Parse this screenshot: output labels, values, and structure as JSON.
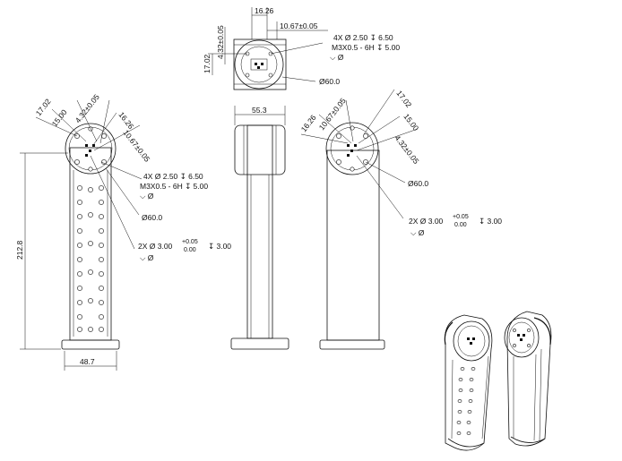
{
  "top_view": {
    "dim_width": "16.26",
    "dim_pattern": "10.67±0.05",
    "dim_vertical": "4.32±0.05",
    "dim_left": "17.02",
    "note_holes_1": "4X Ø 2.50 ↧ 6.50",
    "note_holes_2": "M3X0.5 - 6H ↧ 5.00",
    "note_holes_3": "⌵ Ø",
    "note_dia": "Ø60.0"
  },
  "left_view": {
    "dim_a": "17.02",
    "dim_b": "15.00",
    "dim_c": "4.32±0.05",
    "dim_d": "16.26",
    "dim_e": "10.67±0.05",
    "note_holes_1": "4X Ø 2.50 ↧ 6.50",
    "note_holes_2": "M3X0.5 - 6H ↧ 5.00",
    "note_holes_3": "⌵ Ø",
    "note_dia": "Ø60.0",
    "note_pin_1": "2X Ø 3.00",
    "note_pin_tol_top": "+0.05",
    "note_pin_tol_bot": "0.00",
    "note_pin_depth": "↧ 3.00",
    "note_pin_2": "⌵ Ø",
    "dim_height": "212.8",
    "dim_base": "48.7"
  },
  "side_view": {
    "dim_width": "55.3"
  },
  "right_view": {
    "dim_a": "16.26",
    "dim_b": "10.67±0.05",
    "dim_c": "17.02",
    "dim_d": "15.00",
    "dim_e": "4.32±0.05",
    "note_dia": "Ø60.0",
    "note_pin_1": "2X Ø 3.00",
    "note_pin_tol_top": "+0.05",
    "note_pin_tol_bot": "0.00",
    "note_pin_depth": "↧ 3.00",
    "note_pin_2": "⌵ Ø"
  }
}
